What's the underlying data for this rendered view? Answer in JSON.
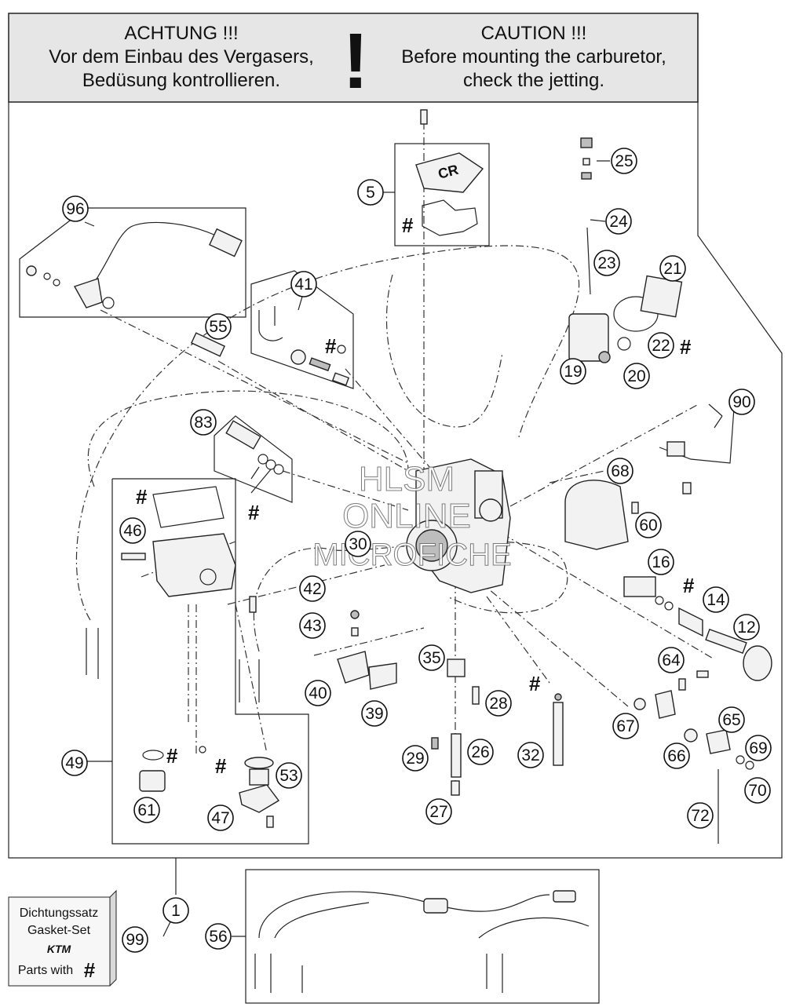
{
  "warning": {
    "de_title": "ACHTUNG !!!",
    "de_line1": "Vor dem Einbau des Vergasers,",
    "de_line2": "Bedüsung kontrollieren.",
    "mark": "!",
    "en_title": "CAUTION !!!",
    "en_line1": "Before mounting the carburetor,",
    "en_line2": "check the jetting."
  },
  "watermark": {
    "line1": "HLSM",
    "line2": "ONLINE",
    "line3": "MICROFICHE"
  },
  "hash_mark": "#",
  "callouts": [
    "96",
    "5",
    "25",
    "24",
    "23",
    "21",
    "41",
    "55",
    "22",
    "20",
    "19",
    "90",
    "83",
    "68",
    "60",
    "46",
    "30",
    "16",
    "42",
    "14",
    "43",
    "12",
    "35",
    "64",
    "40",
    "28",
    "39",
    "65",
    "67",
    "69",
    "66",
    "49",
    "29",
    "26",
    "32",
    "53",
    "70",
    "72",
    "61",
    "27",
    "47",
    "1",
    "56",
    "99"
  ],
  "gasket_box": {
    "line1": "Dichtungssatz",
    "line2": "Gasket-Set",
    "brand": "KTM",
    "line3": "Parts with",
    "symbol": "#"
  },
  "colors": {
    "banner_bg": "#e6e6e6",
    "line": "#222222",
    "hatch": "#bdbdbd"
  }
}
